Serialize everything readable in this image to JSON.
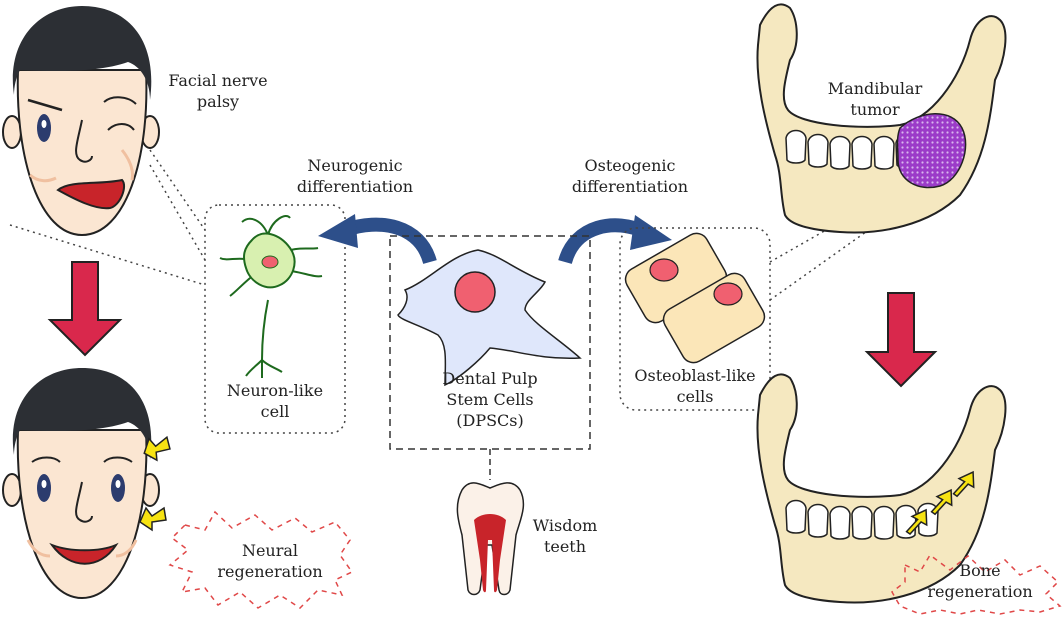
{
  "labels": {
    "facial_palsy": "Facial nerve\npalsy",
    "neurogenic": "Neurogenic\ndifferentiation",
    "osteogenic": "Osteogenic\ndifferentiation",
    "mandibular_tumor": "Mandibular\ntumor",
    "neuron_like": "Neuron-like\ncell",
    "dpsc": "Dental Pulp\nStem Cells\n(DPSCs)",
    "osteoblast_like": "Osteoblast-like\ncells",
    "wisdom_teeth": "Wisdom\nteeth",
    "neural_regen": "Neural\nregeneration",
    "bone_regen": "Bone\nregeneration"
  },
  "colors": {
    "skin": "#fbe6d2",
    "hair": "#2c2f34",
    "cell_nucleus": "#f06070",
    "stem_cell": "#dfe7fb",
    "osteoblast": "#fbe6b8",
    "neuron": "#d8f0b0",
    "bone": "#f5e8c0",
    "tumor": "#9b3bc8",
    "red_arrow": "#d9284c",
    "blue_arrow": "#2d4f8a",
    "yellow_arrow": "#f7e312",
    "pulp": "#c8242a"
  }
}
